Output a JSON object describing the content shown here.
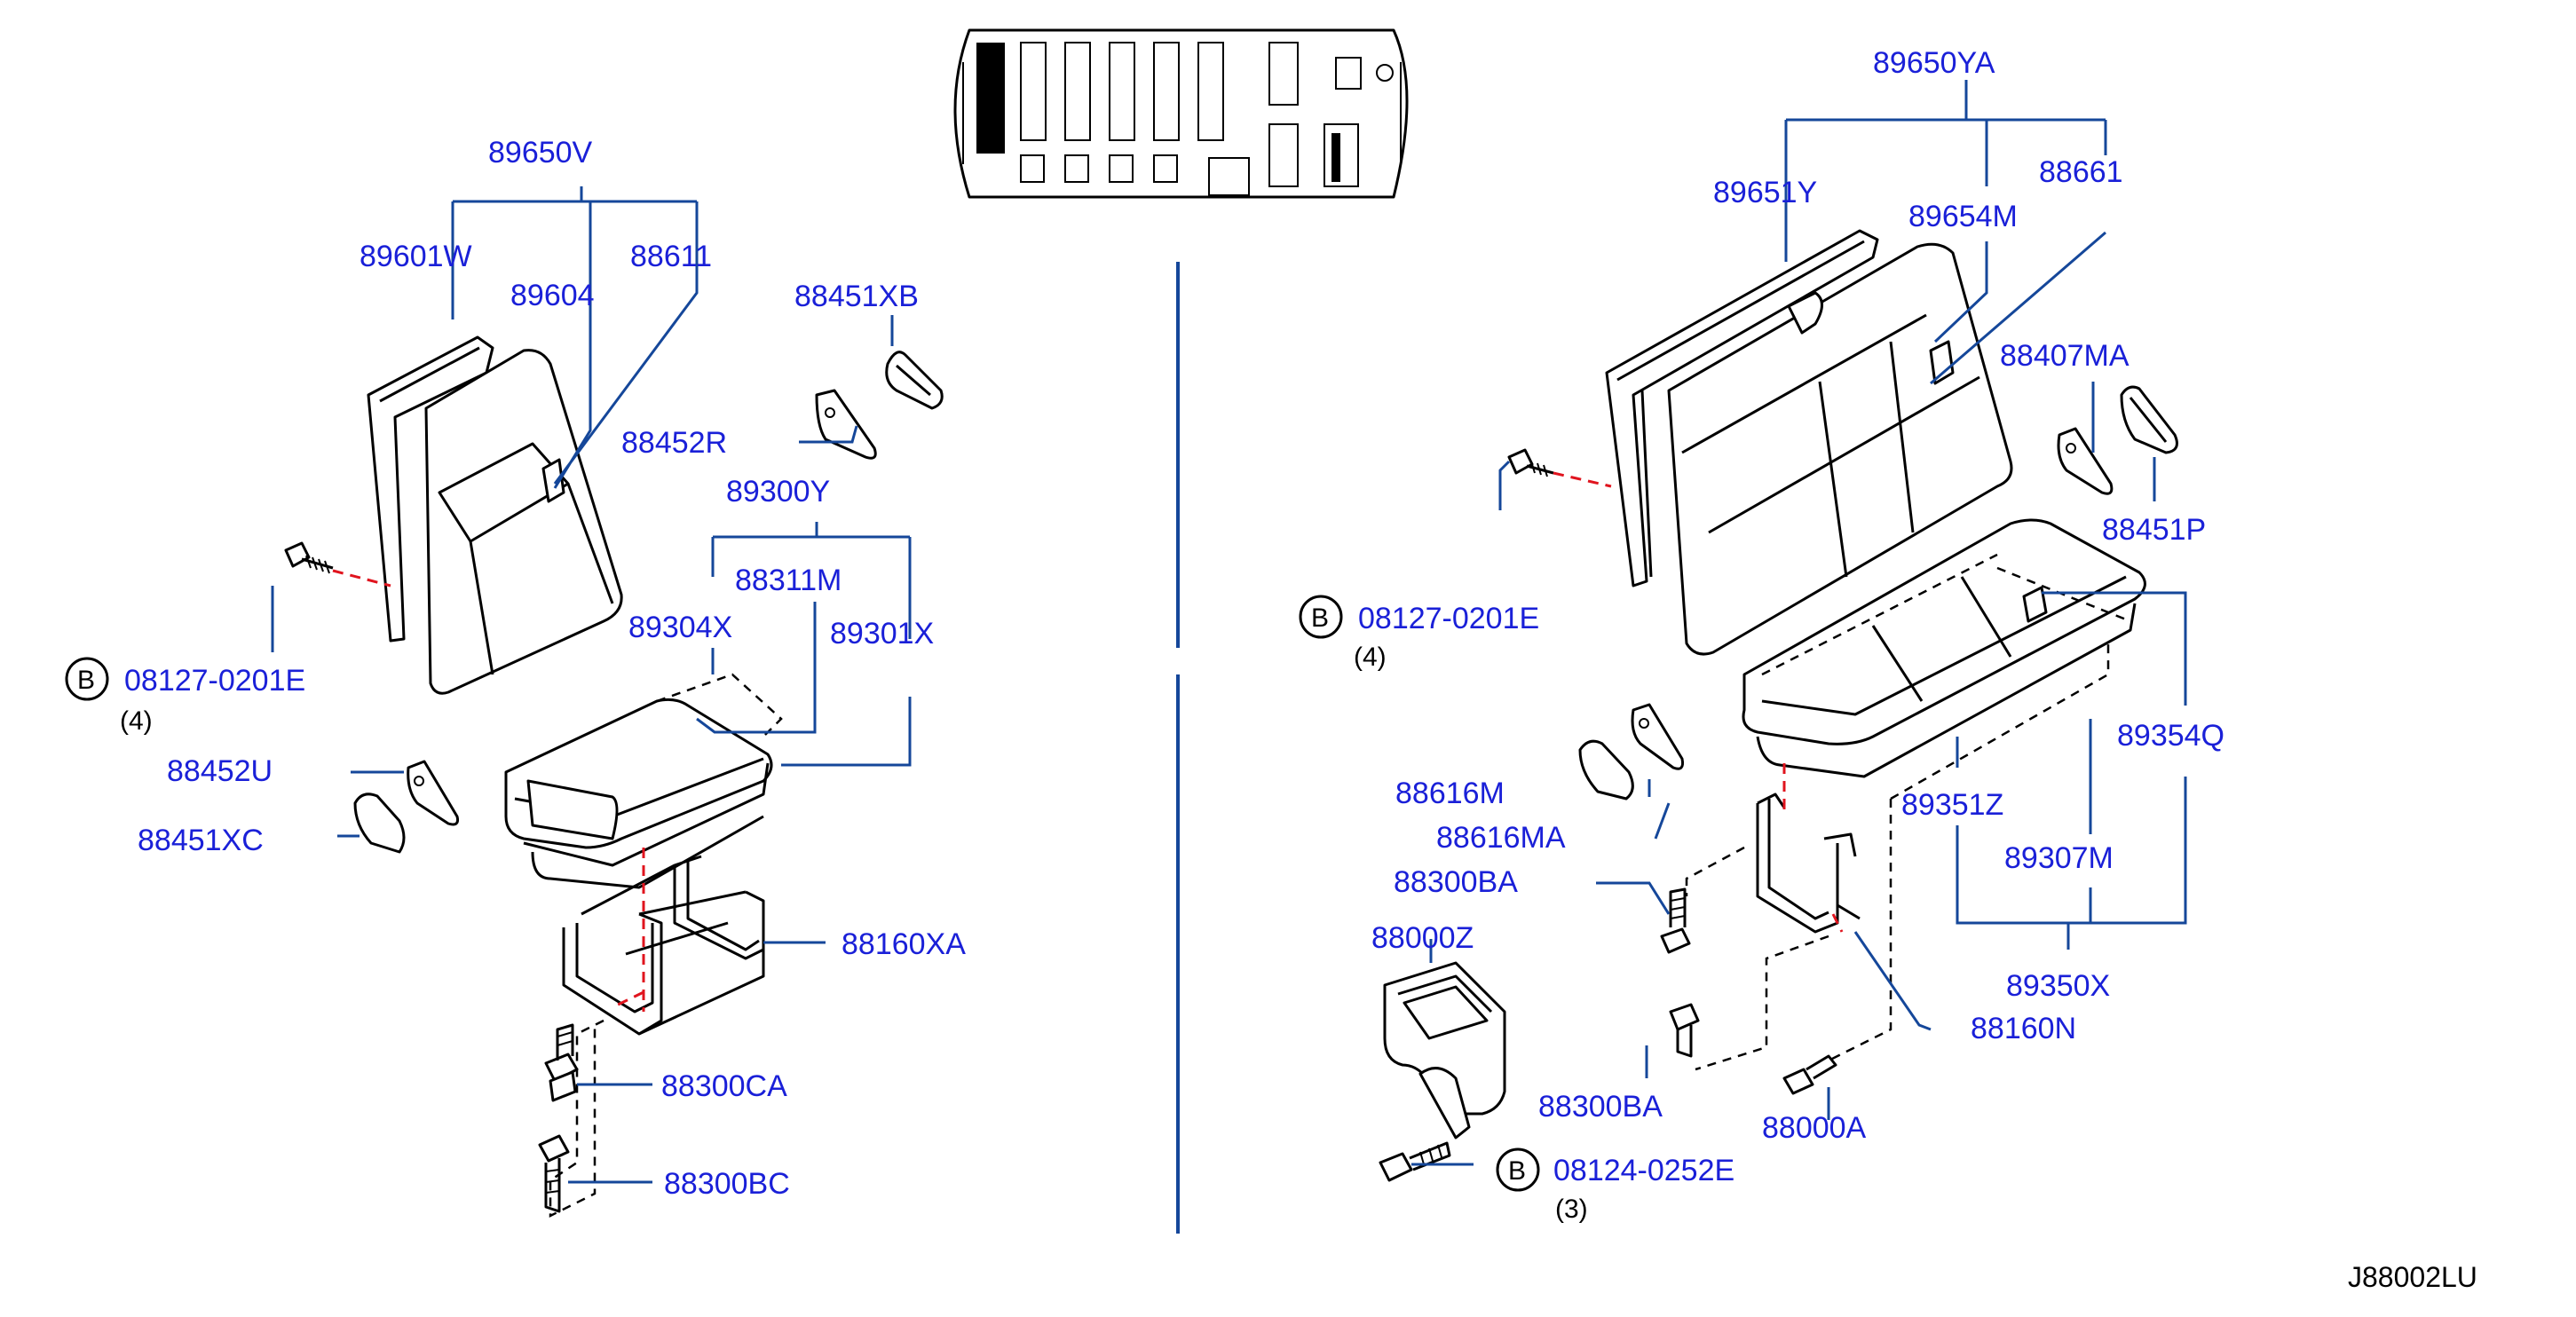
{
  "diagram_id": "J88002LU",
  "left_assembly": {
    "labels": {
      "89650V": "89650V",
      "89601W": "89601W",
      "89604": "89604",
      "88611": "88611",
      "88451XB": "88451XB",
      "88452R": "88452R",
      "89300Y": "89300Y",
      "88311M": "88311M",
      "89304X": "89304X",
      "89301X": "89301X",
      "bolt_ref": "08127-0201E",
      "bolt_qty": "(4)",
      "88452U": "88452U",
      "88451XC": "88451XC",
      "88160XA": "88160XA",
      "88300CA": "88300CA",
      "88300BC": "88300BC"
    }
  },
  "right_assembly": {
    "labels": {
      "89650YA": "89650YA",
      "89651Y": "89651Y",
      "89654M": "89654M",
      "88661": "88661",
      "88407MA": "88407MA",
      "88451P": "88451P",
      "bolt_ref": "08127-0201E",
      "bolt_qty": "(4)",
      "89354Q": "89354Q",
      "88616M": "88616M",
      "89351Z": "89351Z",
      "88616MA": "88616MA",
      "89307M": "89307M",
      "88300BA_top": "88300BA",
      "88000Z": "88000Z",
      "89350X": "89350X",
      "88160N": "88160N",
      "88300BA_bottom": "88300BA",
      "88000A": "88000A",
      "bolt2_ref": "08124-0252E",
      "bolt2_qty": "(3)"
    }
  },
  "bolt_marker": "B"
}
